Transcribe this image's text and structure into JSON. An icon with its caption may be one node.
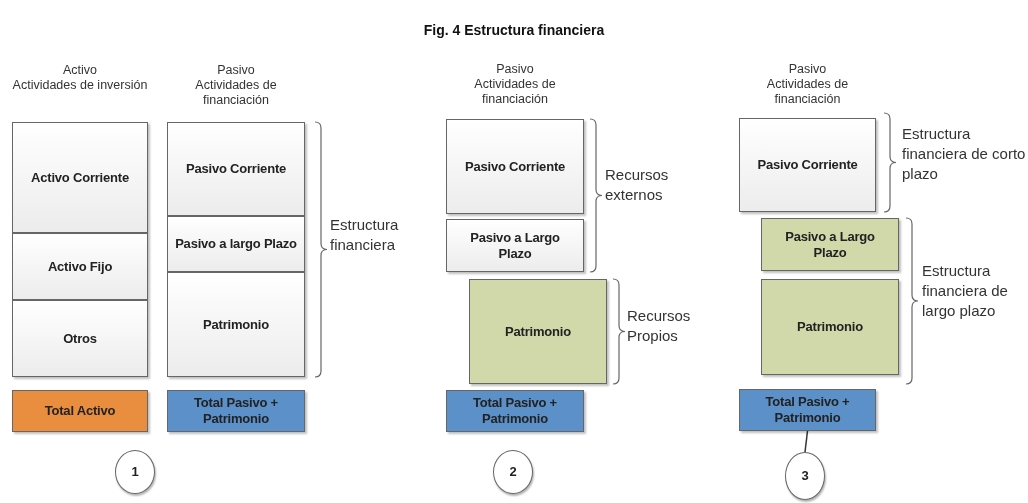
{
  "diagram": {
    "title": "Fig. 4 Estructura financiera",
    "nodes": [
      {
        "text": [
          "Activo Corriente"
        ]
      },
      {
        "text": [
          "Activo Fijo"
        ]
      },
      {
        "text": [
          "Otros"
        ]
      },
      {
        "text": [
          "Pasivo Corriente"
        ]
      },
      {
        "text": [
          "Pasivo a largo Plazo"
        ]
      },
      {
        "text": [
          "Patrimonio"
        ]
      },
      {
        "text": [
          "Total Activo"
        ]
      },
      {
        "text": [
          "Total Pasivo + Patrimonio"
        ]
      },
      {
        "text": [
          "1"
        ]
      },
      {
        "text": [
          "Pasivo Corriente"
        ]
      },
      {
        "text": [
          "Pasivo a Largo Plazo"
        ]
      },
      {
        "text": [
          "Patrimonio"
        ]
      },
      {
        "text": [
          "Total Pasivo + Patrimonio"
        ]
      },
      {
        "text": [
          "2"
        ]
      },
      {
        "text": [
          "Pasivo Corriente"
        ]
      },
      {
        "text": [
          "Pasivo a Largo Plazo"
        ]
      },
      {
        "text": [
          "Patrimonio"
        ]
      },
      {
        "text": [
          "Total Pasivo + Patrimonio"
        ]
      },
      {
        "text": [
          "3"
        ]
      }
    ],
    "edges": [
      {
        "from": 17,
        "to": 18,
        "arrow": "none"
      }
    ],
    "labels": [
      "Activo",
      "Actividades de inversión",
      "Pasivo",
      "Actividades de financiación",
      "Estructura financiera",
      "Pasivo",
      "Actividades de financiación",
      "Recursos externos",
      "Recursos Propios",
      "Pasivo",
      "Actividades de financiación",
      "Estructura financiera de corto plazo",
      "Estructura financiera de largo plazo"
    ]
  }
}
